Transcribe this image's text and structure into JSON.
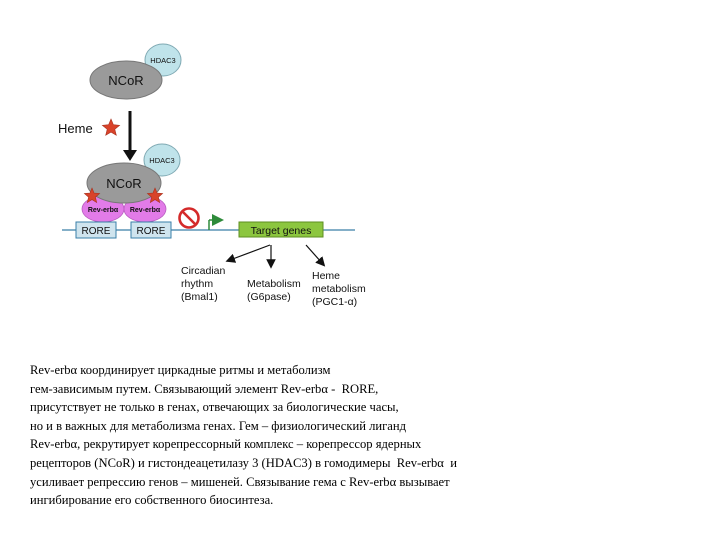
{
  "diagram": {
    "top_complex": {
      "ncor_label": "NCoR",
      "hdac_label": "HDAC3"
    },
    "heme": {
      "label": "Heme"
    },
    "bound_complex": {
      "ncor_label": "NCoR",
      "hdac_label": "HDAC3",
      "receptor_label_left": "Rev-erbα",
      "receptor_label_right": "Rev-erbα"
    },
    "dna": {
      "element_labels": [
        "RORE",
        "RORE"
      ],
      "target_label": "Target genes"
    },
    "outputs": [
      {
        "lines": [
          "Circadian",
          "rhythm",
          "(Bmal1)"
        ]
      },
      {
        "lines": [
          "Metabolism",
          "(G6pase)"
        ]
      },
      {
        "lines": [
          "Heme",
          "metabolism",
          "(PGC1-α)"
        ]
      }
    ],
    "colors": {
      "ncor_fill": "#9a9a9a",
      "hdac_fill": "#bfe3ea",
      "receptor_fill": "#e27be8",
      "element_fill": "#cfe4ee",
      "target_fill": "#8cc63f",
      "star": "#d9432a",
      "dna_line": "#3a7fa8"
    }
  },
  "caption": {
    "lines": [
      "Rev-erbα координирует циркадные ритмы и метаболизм",
      "гем-зависимым путем. Связывающий элемент Rev-erbα -  RORE,",
      "присутствует не только в генах, отвечающих за биологические часы,",
      "но и в важных для метаболизма генах. Гем – физиологический лиганд",
      "Rev-erbα, рекрутирует корепрессорный комплекс – корепрессор ядерных",
      "рецепторов (NCoR) и гистондеацетилазу 3 (HDAC3) в гомодимеры  Rev-erbα  и",
      "усиливает репрессию генов – мишеней. Связывание гема с Rev-erbα вызывает",
      "ингибирование его собственного биосинтеза."
    ]
  }
}
